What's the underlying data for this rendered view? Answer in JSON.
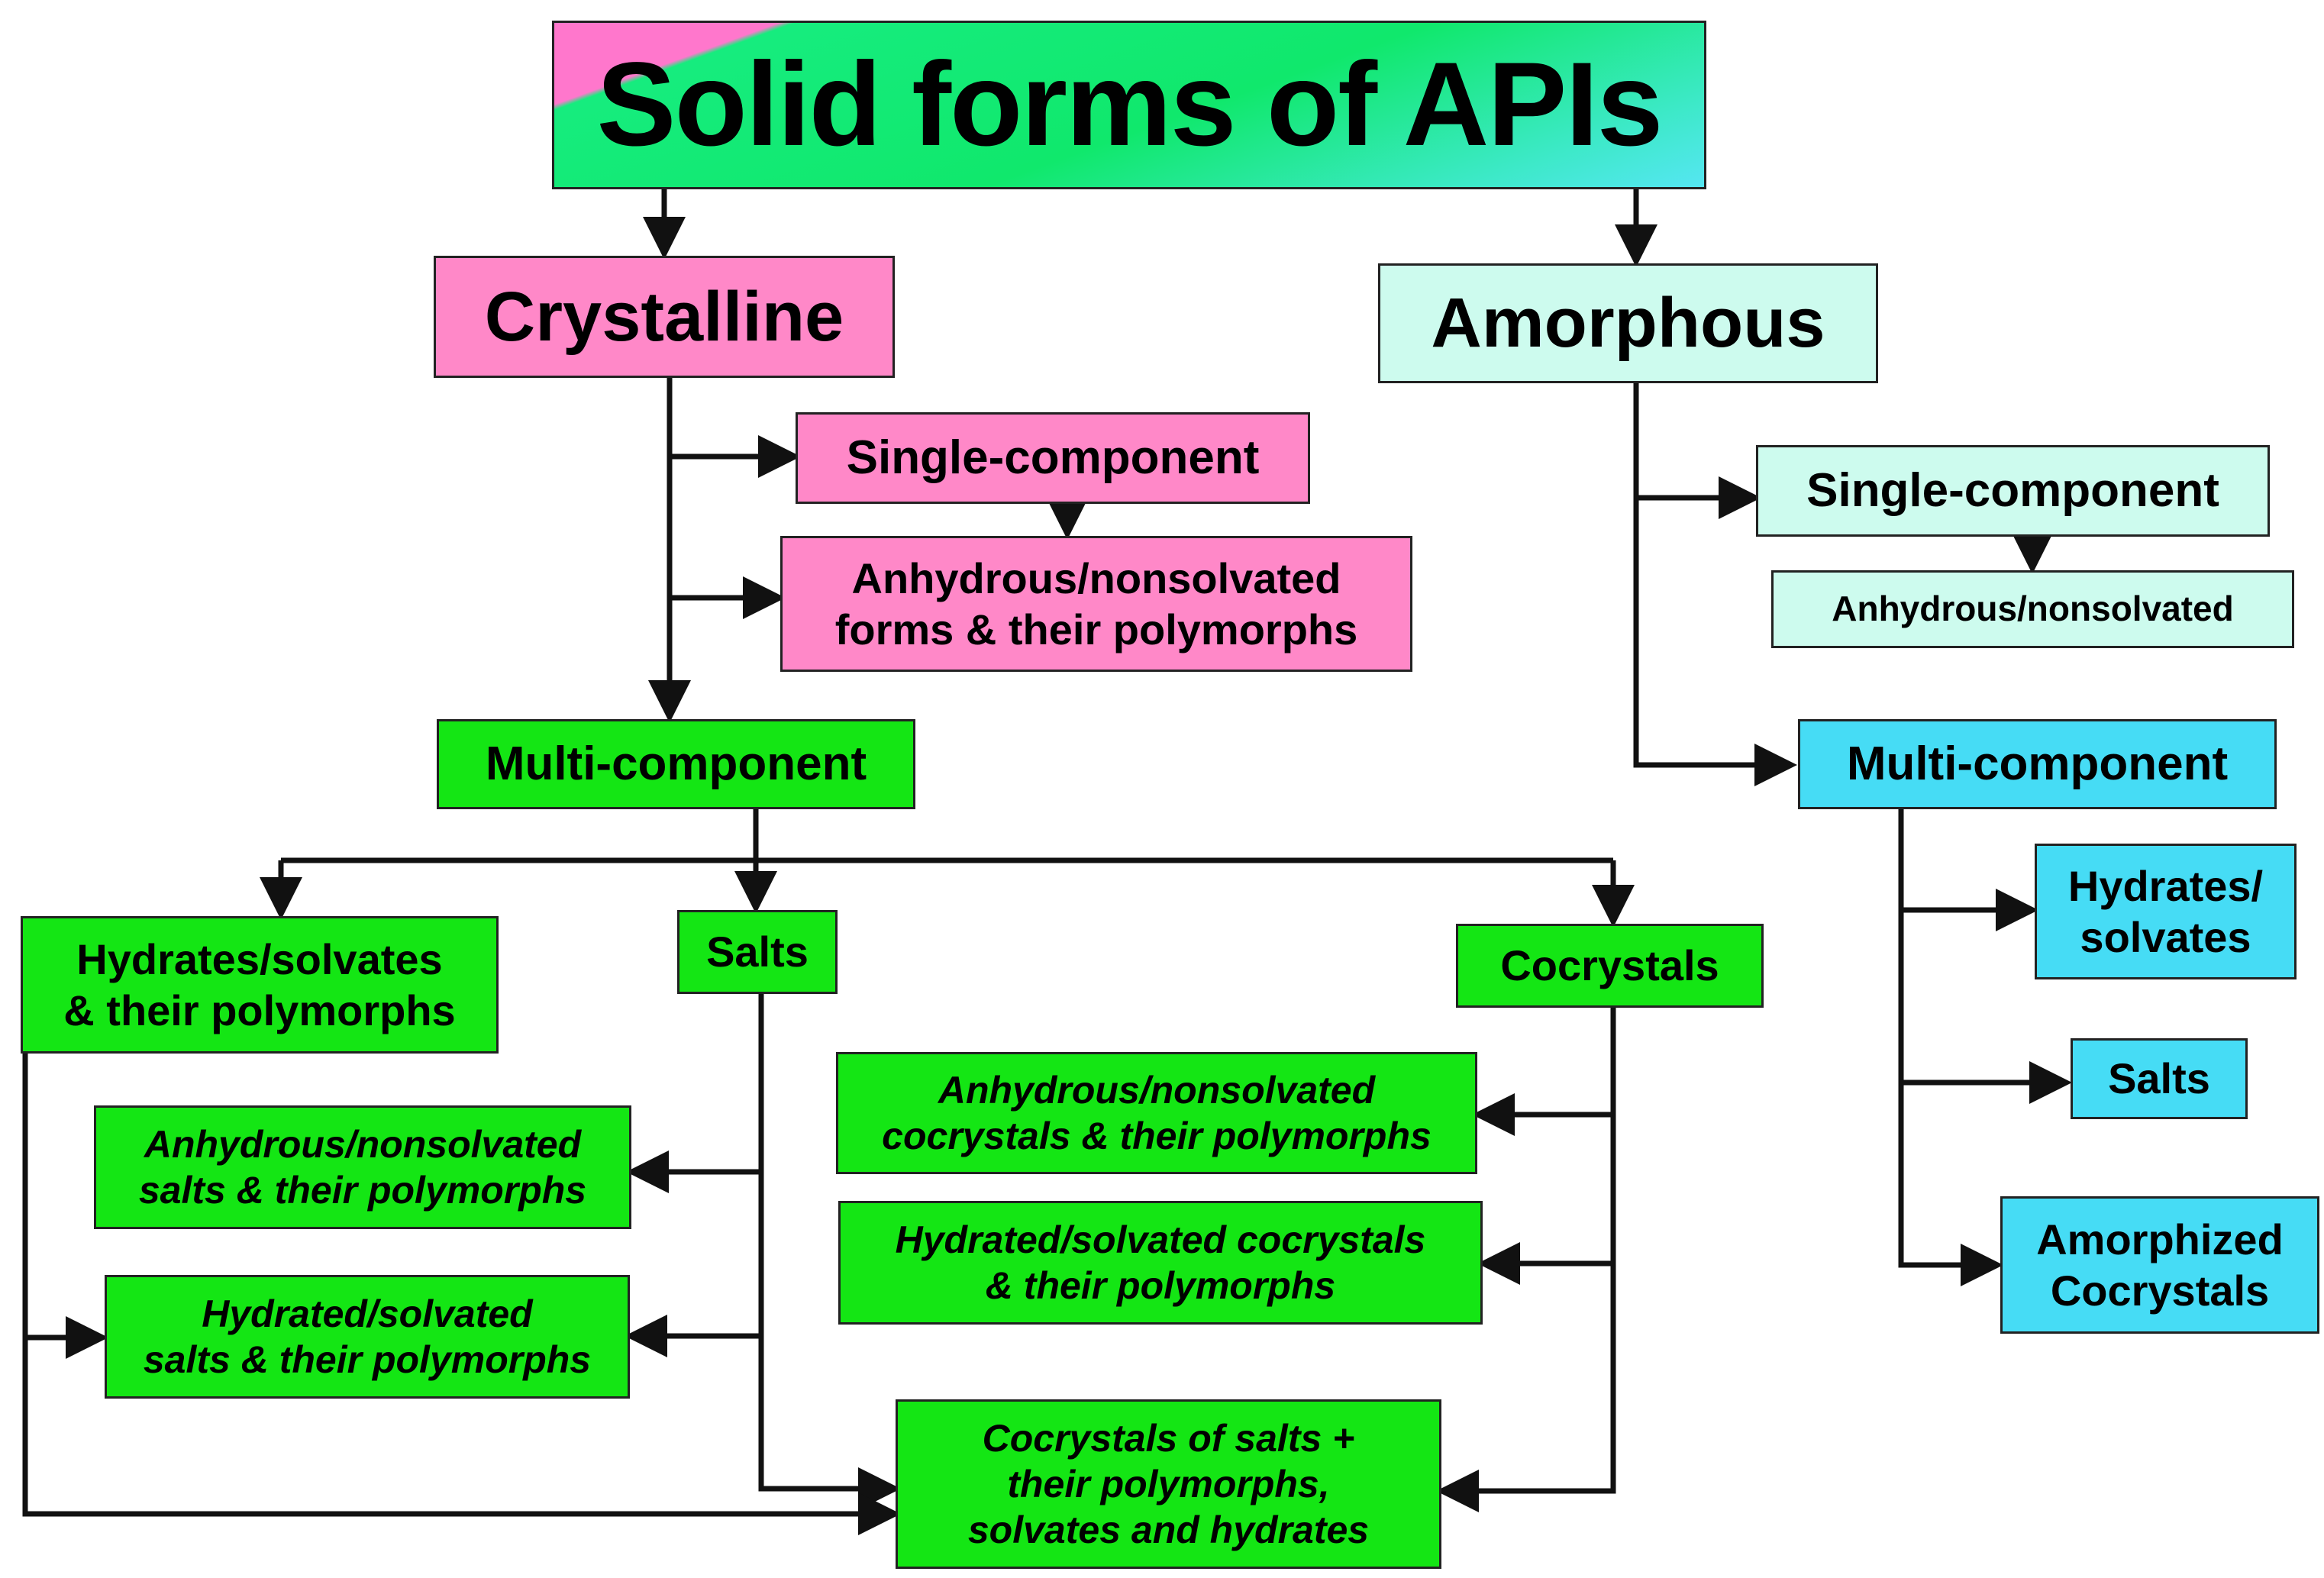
{
  "title": "Solid forms of APIs",
  "crystalline": {
    "label": "Crystalline",
    "single_component": "Single-component",
    "anhydrous_forms": [
      "Anhydrous/nonsolvated",
      "forms & their polymorphs"
    ],
    "multi_component": "Multi-component",
    "hydrates_solvates": [
      "Hydrates/solvates",
      "& their polymorphs"
    ],
    "salts": "Salts",
    "cocrystals": "Cocrystals",
    "anhydrous_salts": [
      "Anhydrous/nonsolvated",
      "salts & their polymorphs"
    ],
    "hydrated_salts": [
      "Hydrated/solvated",
      "salts & their polymorphs"
    ],
    "anhydrous_cocrystals": [
      "Anhydrous/nonsolvated",
      "cocrystals & their polymorphs"
    ],
    "hydrated_cocrystals": [
      "Hydrated/solvated cocrystals",
      "& their polymorphs"
    ],
    "cocrystals_of_salts": [
      "Cocrystals of salts +",
      "their polymorphs,",
      "solvates and hydrates"
    ]
  },
  "amorphous": {
    "label": "Amorphous",
    "single_component": "Single-component",
    "anhydrous": "Anhydrous/nonsolvated",
    "multi_component": "Multi-component",
    "hydrates_solvates": [
      "Hydrates/",
      "solvates"
    ],
    "salts": "Salts",
    "amorphized_cocrystals": [
      "Amorphized",
      "Cocrystals"
    ]
  },
  "colors": {
    "crystalline": "#ff88c8",
    "amorphous": "#cdfbee",
    "crystalline_multi": "#14e614",
    "amorphous_multi": "#46dcf5",
    "line": "#111111"
  }
}
